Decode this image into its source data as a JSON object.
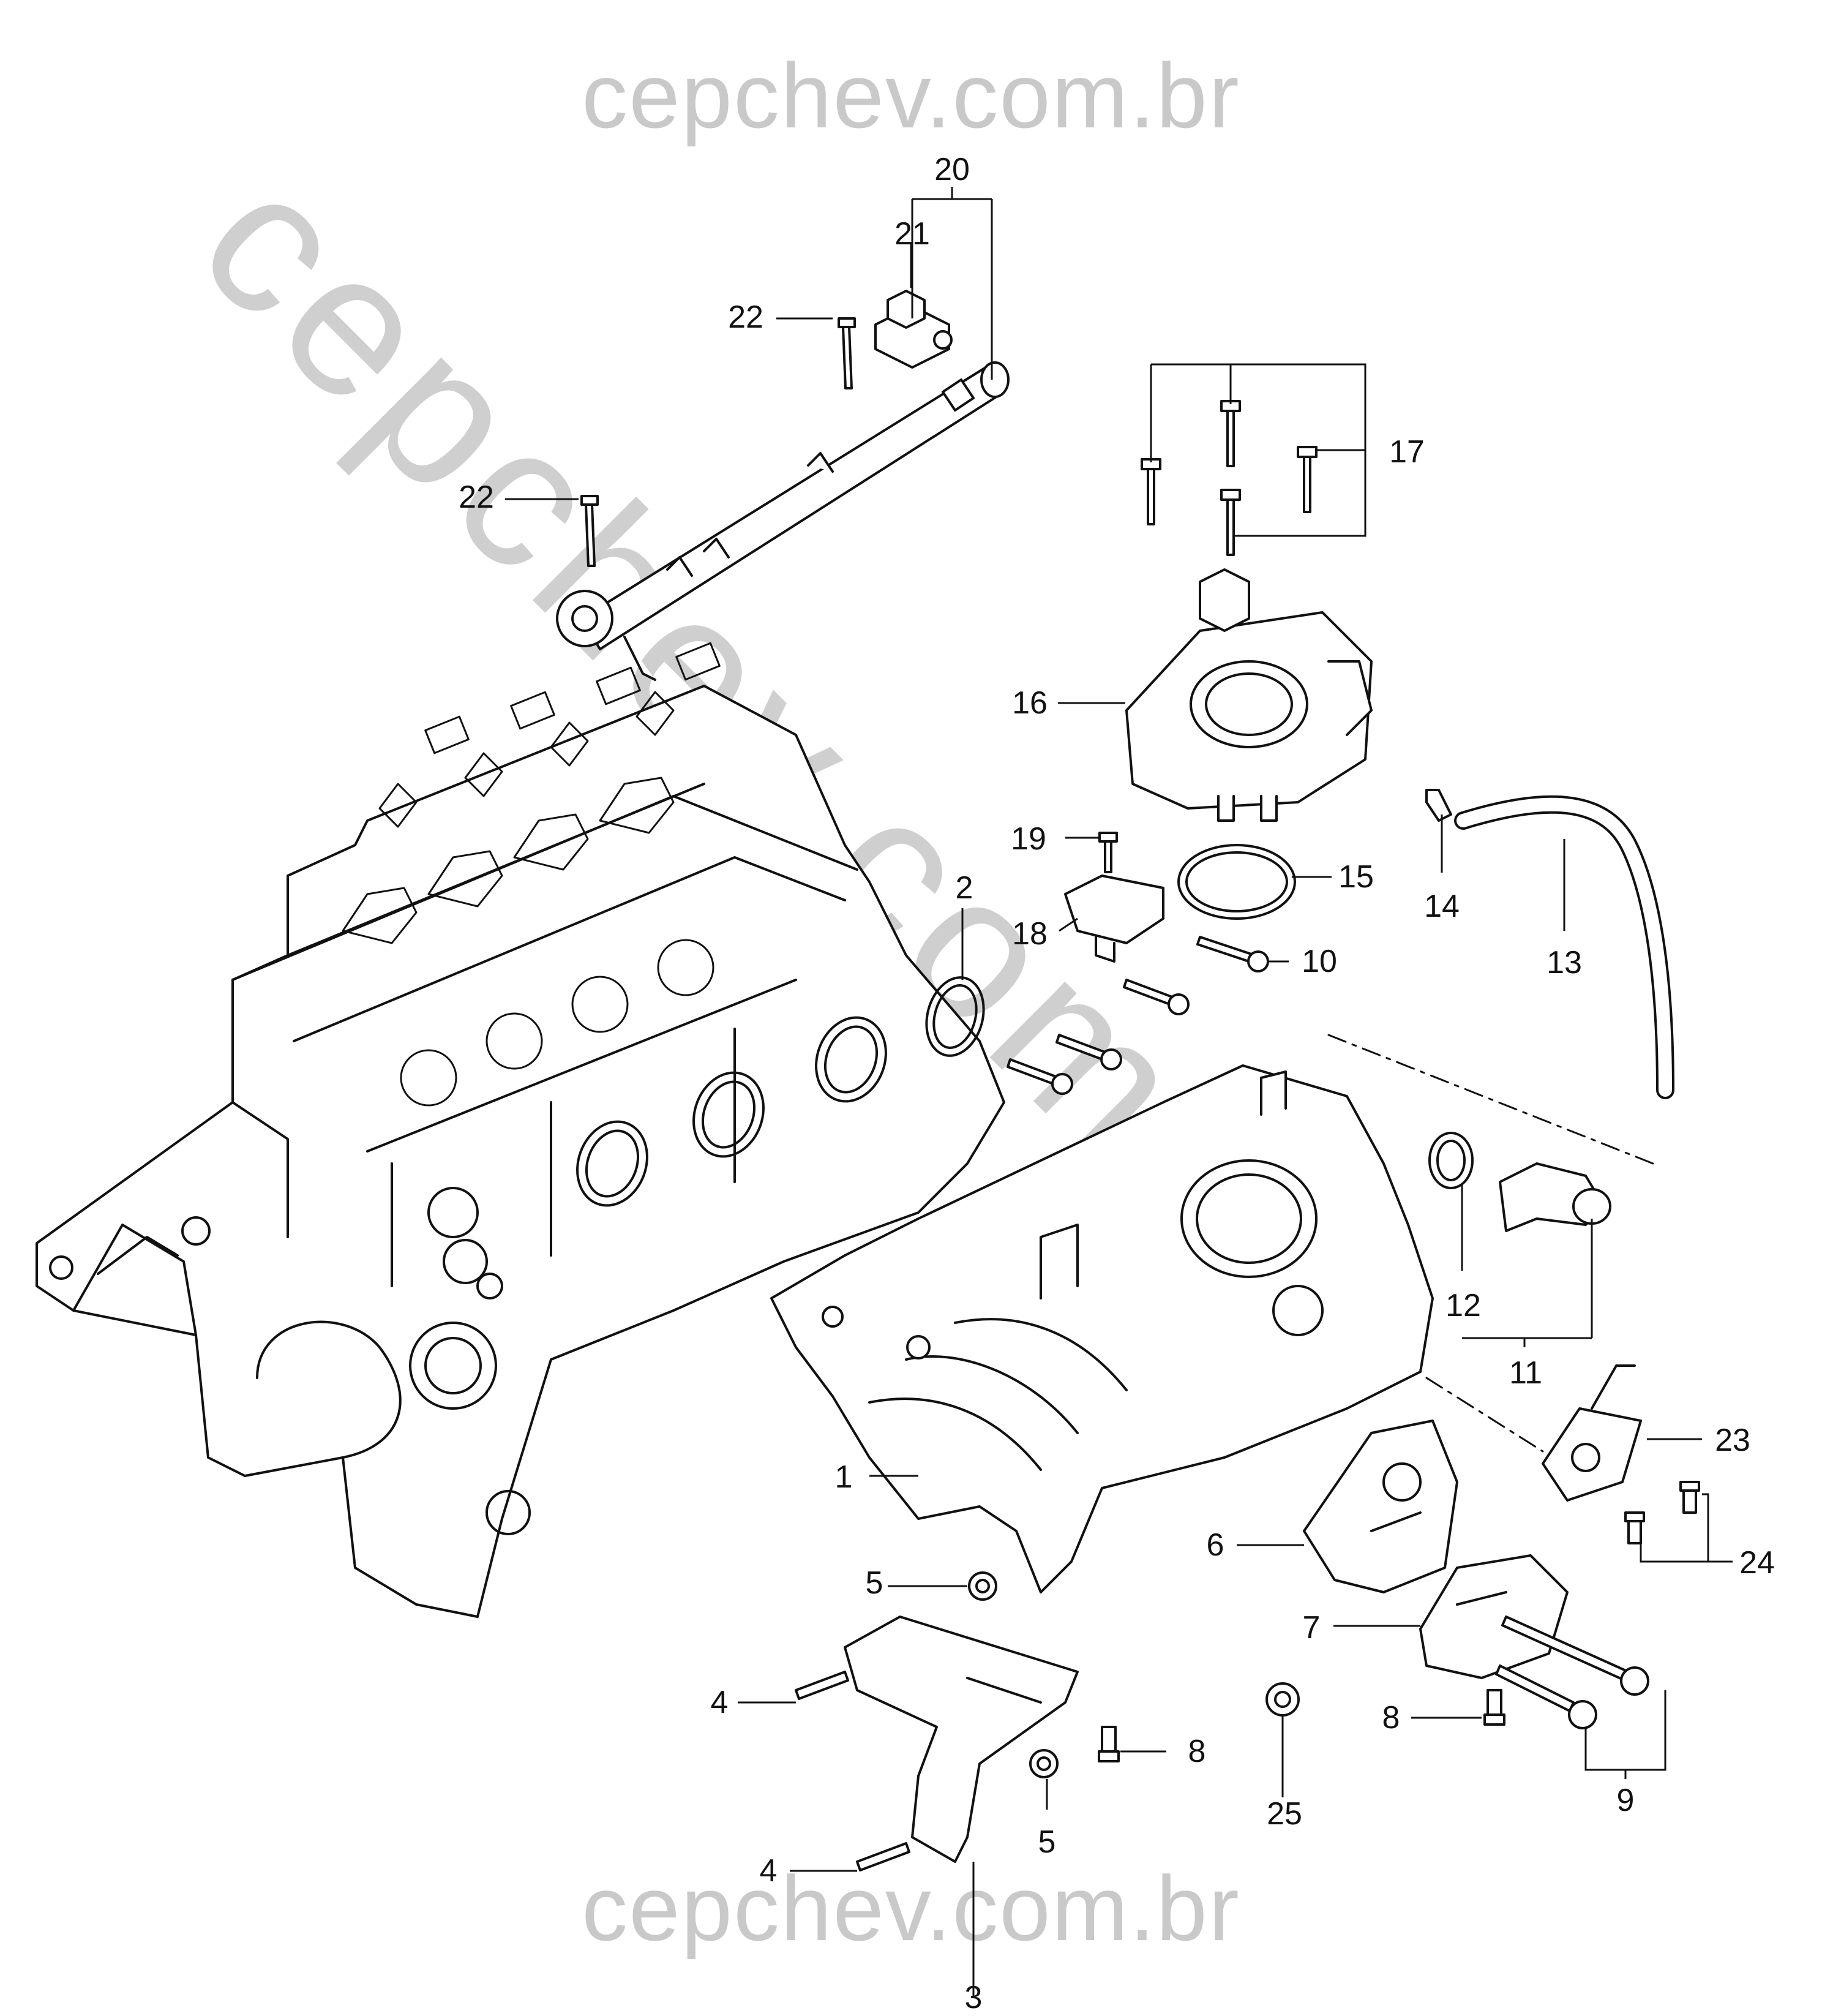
{
  "watermarks": {
    "top": "cepchev.com.br",
    "bottom": "cepchev.com.br",
    "diagonal": "cepchev.com.br"
  },
  "callouts": {
    "c1": "1",
    "c2": "2",
    "c3": "3",
    "c4a": "4",
    "c4b": "4",
    "c5a": "5",
    "c5b": "5",
    "c6": "6",
    "c7": "7",
    "c8a": "8",
    "c8b": "8",
    "c9": "9",
    "c10": "10",
    "c11": "11",
    "c12": "12",
    "c13": "13",
    "c14": "14",
    "c15": "15",
    "c16": "16",
    "c17": "17",
    "c18": "18",
    "c19": "19",
    "c20": "20",
    "c21": "21",
    "c22a": "22",
    "c22b": "22",
    "c23": "23",
    "c24": "24",
    "c25": "25"
  }
}
